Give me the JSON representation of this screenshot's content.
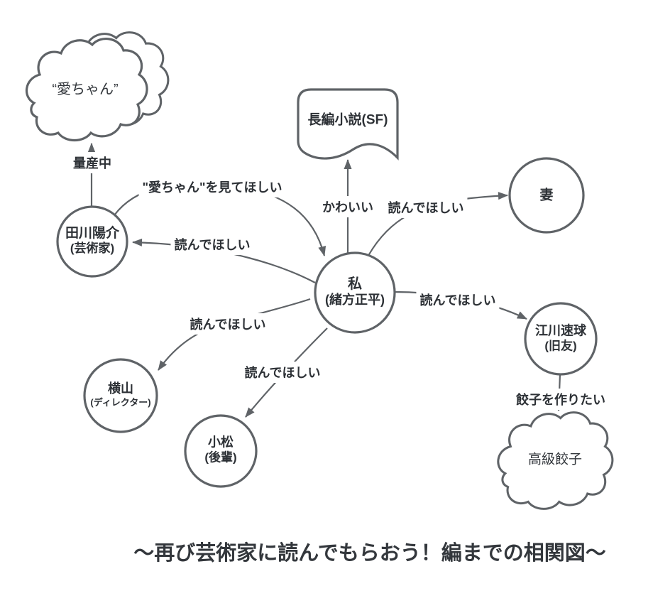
{
  "title": "〜再び芸術家に読んでもらおう！編までの相関図〜",
  "colors": {
    "stroke": "#5f6367",
    "text": "#2d3136",
    "background": "#ffffff"
  },
  "nodes": {
    "ai_cloud": {
      "label": "“愛ちゃん”"
    },
    "novel": {
      "label": "長編小説(SF)"
    },
    "wife": {
      "label": "妻"
    },
    "tagawa": {
      "label": "田川陽介",
      "sub": "(芸術家)"
    },
    "me": {
      "label": "私",
      "sub": "(緒方正平)"
    },
    "egawa": {
      "label": "江川速球",
      "sub": "(旧友)"
    },
    "yokoyama": {
      "label": "横山",
      "sub": "(ディレクター)"
    },
    "komatsu": {
      "label": "小松",
      "sub": "(後輩)"
    },
    "gyoza_cloud": {
      "label": "高級餃子"
    }
  },
  "edges": {
    "tagawa_to_ai_cloud": {
      "label": "量産中"
    },
    "tagawa_to_me": {
      "label": "\"愛ちゃん\"を見てほしい"
    },
    "me_to_tagawa": {
      "label": "読んでほしい"
    },
    "me_to_novel": {
      "label": "かわいい"
    },
    "me_to_wife": {
      "label": "読んでほしい"
    },
    "me_to_egawa": {
      "label": "読んでほしい"
    },
    "me_to_yokoyama": {
      "label": "読んでほしい"
    },
    "me_to_komatsu": {
      "label": "読んでほしい"
    },
    "egawa_to_gyoza": {
      "label": "餃子を作りたい"
    }
  }
}
